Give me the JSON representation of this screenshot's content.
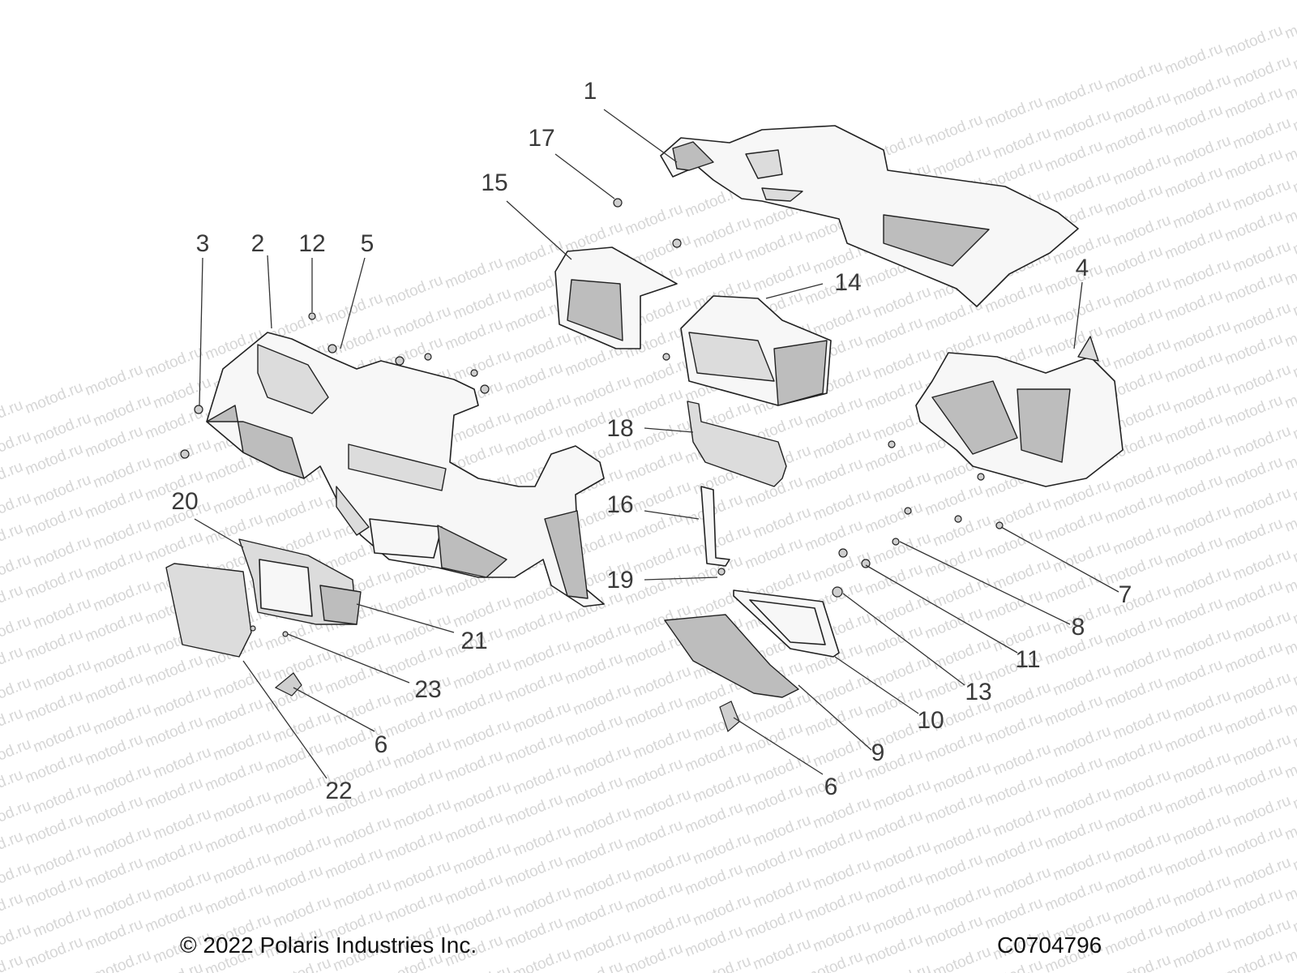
{
  "watermark": {
    "text": "motod.ru"
  },
  "callouts": [
    "1",
    "2",
    "3",
    "4",
    "5",
    "6",
    "6",
    "7",
    "8",
    "9",
    "10",
    "11",
    "12",
    "13",
    "14",
    "15",
    "16",
    "17",
    "18",
    "19",
    "20",
    "21",
    "22",
    "23"
  ],
  "footer": {
    "copyright": "© 2022 Polaris Industries Inc.",
    "diagram_id": "C0704796"
  }
}
